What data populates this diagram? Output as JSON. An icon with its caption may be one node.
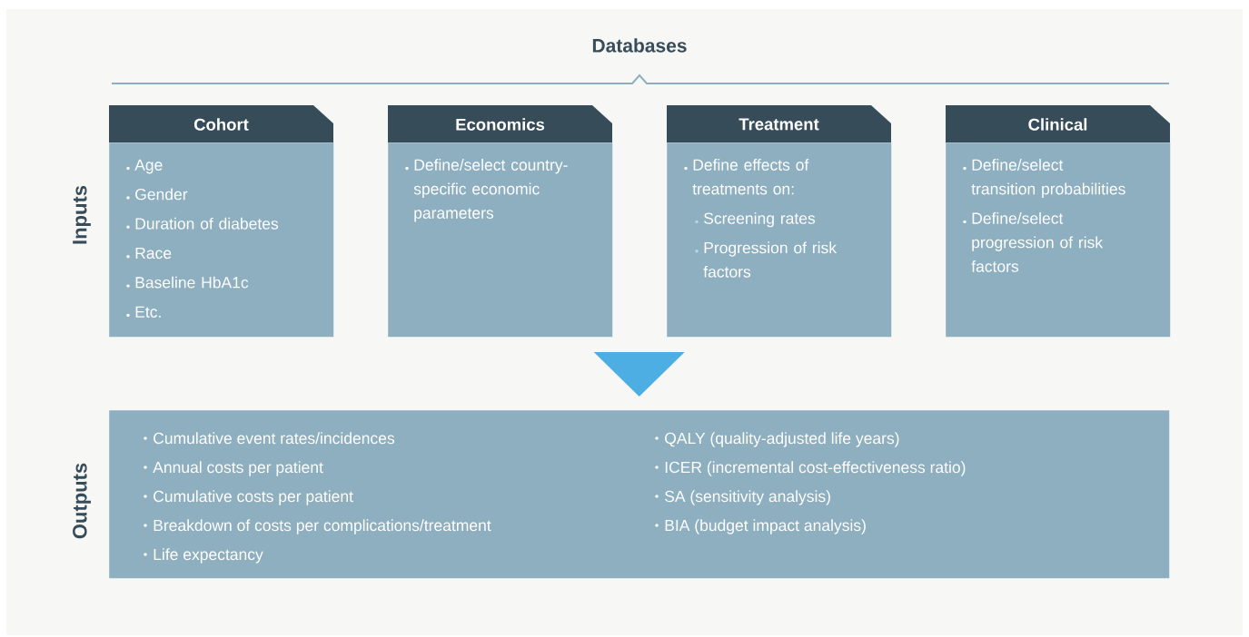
{
  "diagram": {
    "title": "Databases",
    "nodes": [
      {
        "text": [
          "Cohort",
          "Age",
          "Gender",
          "Duration of diabetes",
          "Race",
          "Baseline HbA1c",
          "Etc."
        ]
      },
      {
        "text": [
          "Economics",
          "Define/select country-specific economic parameters"
        ]
      },
      {
        "text": [
          "Treatment",
          "Define effects of treatments on:",
          "Screening rates",
          "Progression of risk factors"
        ]
      },
      {
        "text": [
          "Clinical",
          "Define/select transition probabilities",
          "Define/select progression of risk factors"
        ]
      },
      {
        "text": [
          "Cumulative event rates/incidences",
          "Annual costs per patient",
          "Cumulative costs per patient",
          "Breakdown of costs per complications/treatment",
          "Life expectancy",
          "QALY  (quality-adjusted life years)",
          "ICER (incremental cost-effectiveness ratio)",
          "SA (sensitivity analysis)",
          "BIA (budget impact analysis)"
        ]
      }
    ],
    "edges": [
      {
        "from": null,
        "to": 4,
        "arrow": "to",
        "color": "#4daee4"
      }
    ],
    "labels": [
      "Inputs",
      "Outputs"
    ]
  }
}
